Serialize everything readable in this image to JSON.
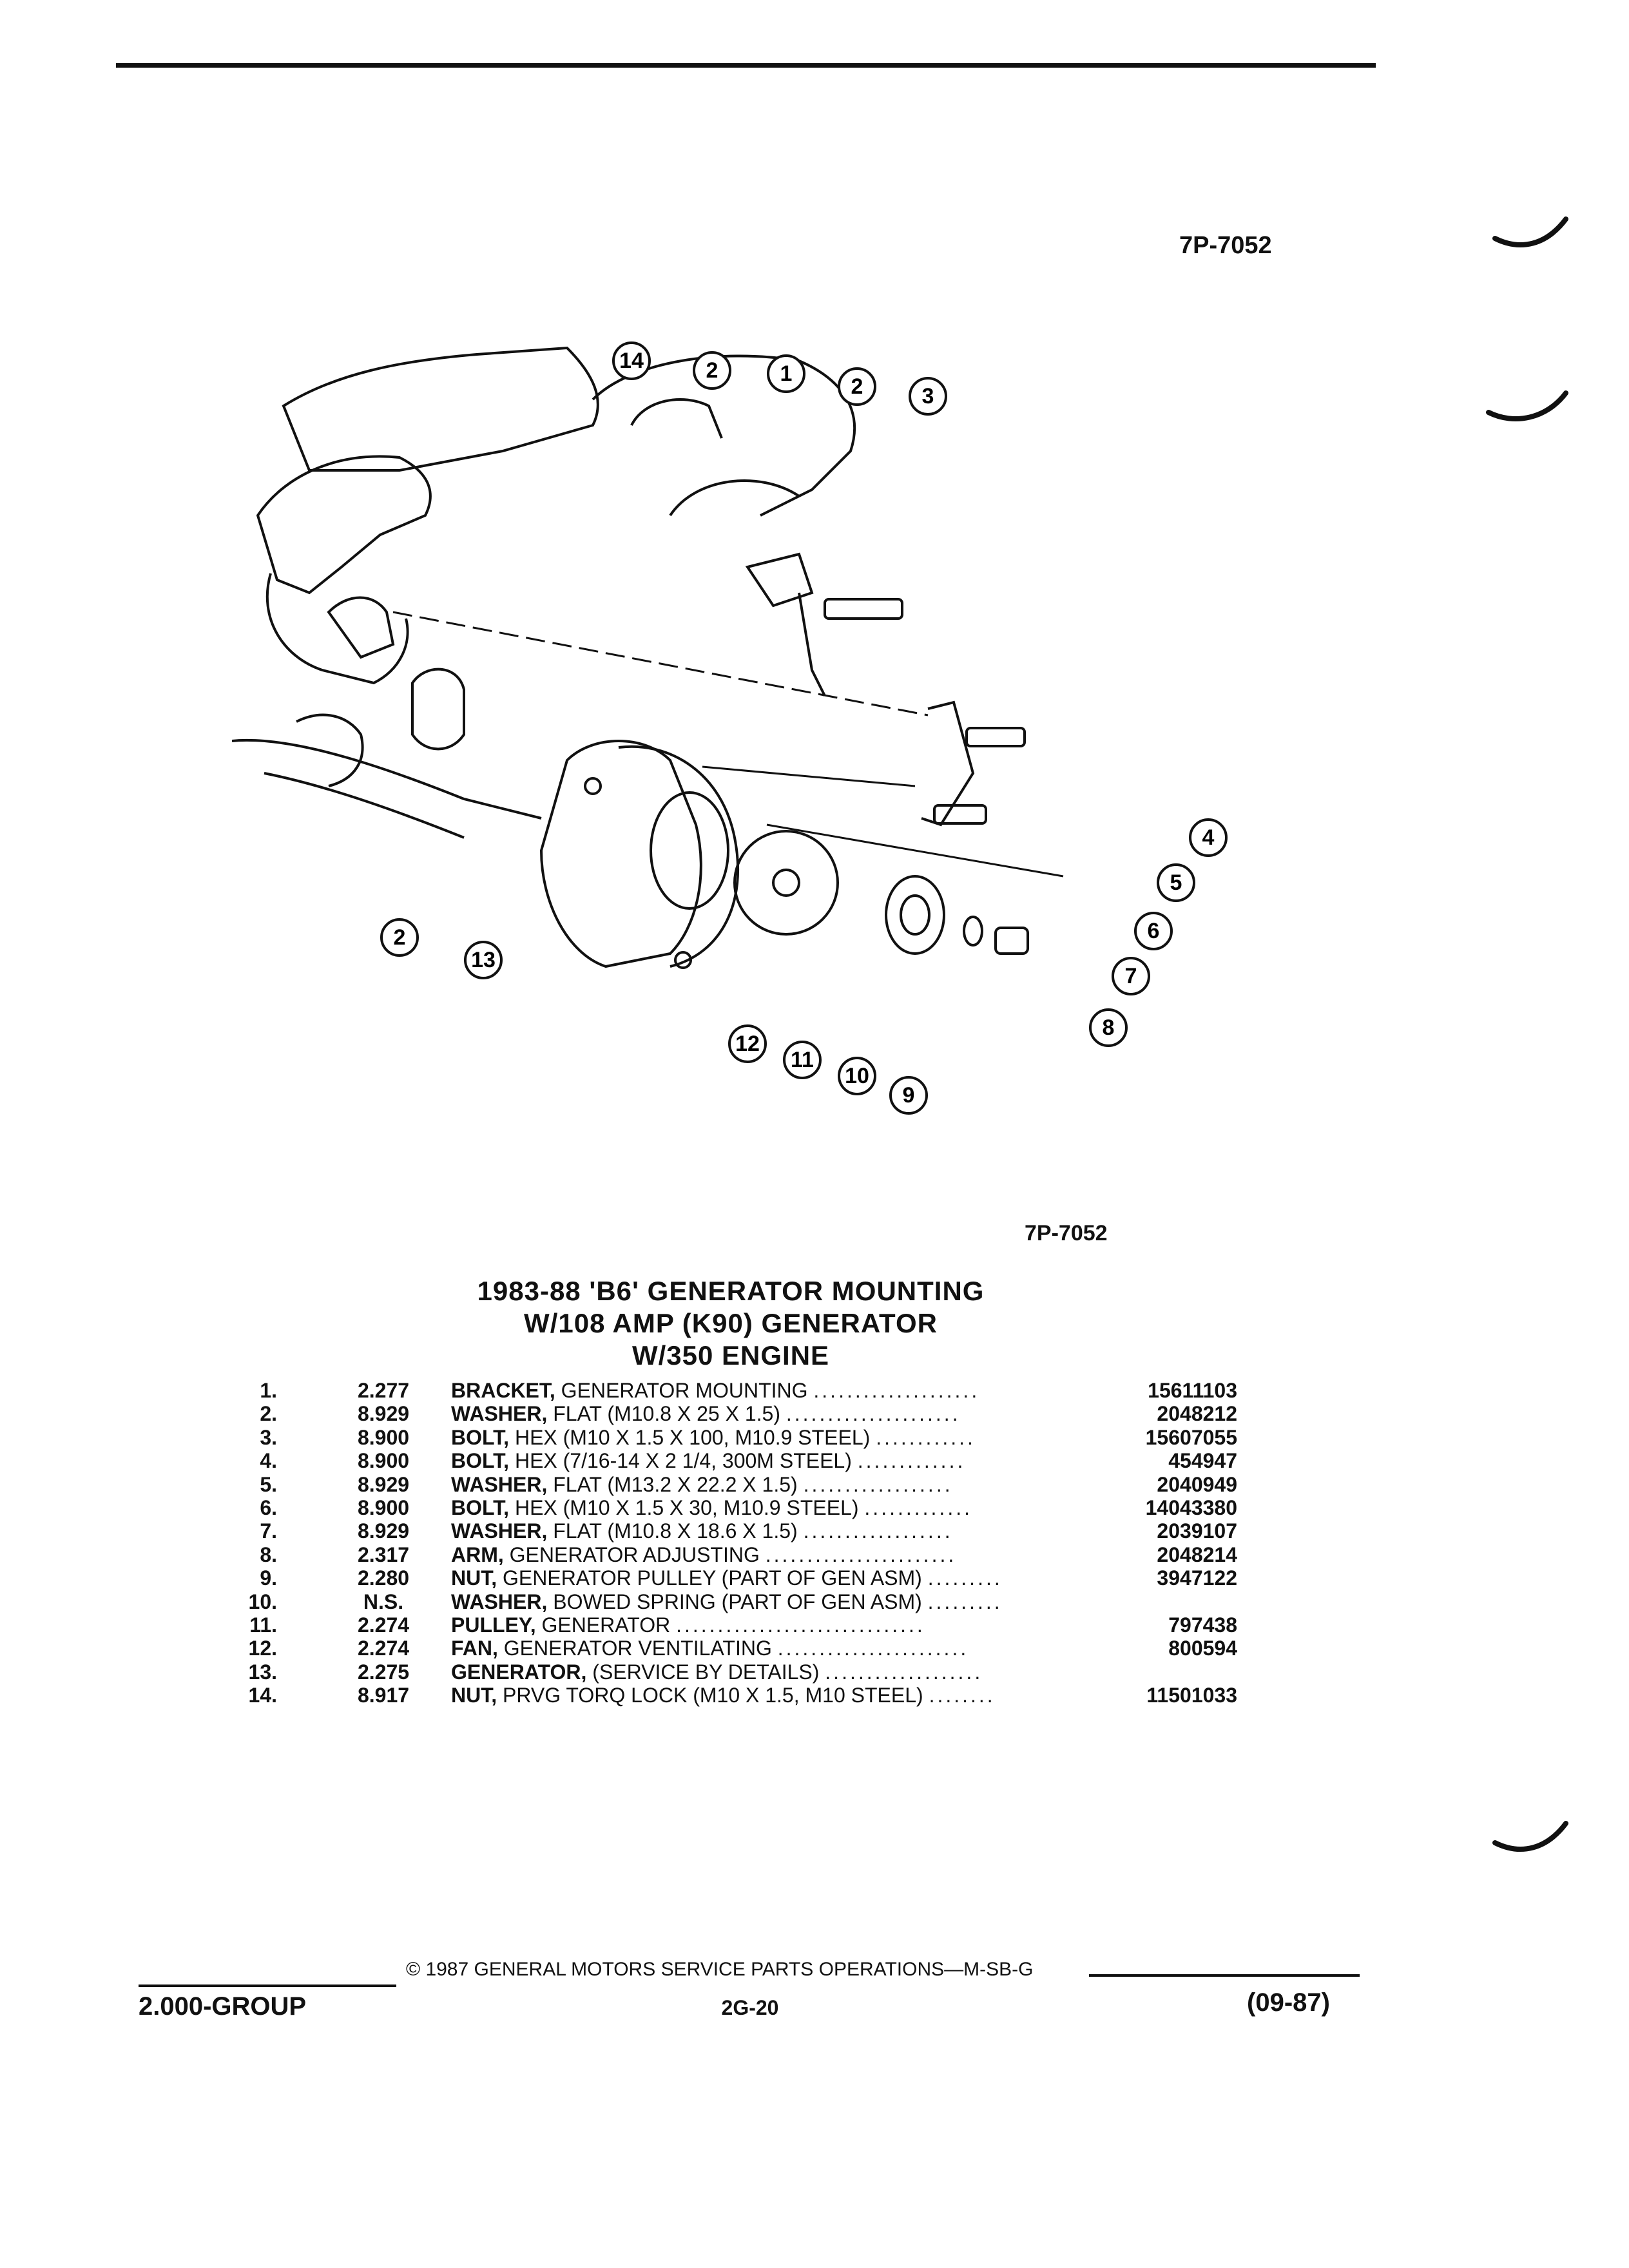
{
  "figure_id_top": "7P-7052",
  "figure_id_bottom": "7P-7052",
  "title": {
    "line1": "1983-88 'B6' GENERATOR MOUNTING",
    "line2": "W/108 AMP (K90) GENERATOR",
    "line3": "W/350 ENGINE"
  },
  "callouts": [
    "14",
    "2",
    "1",
    "2",
    "3",
    "4",
    "5",
    "6",
    "7",
    "8",
    "9",
    "10",
    "11",
    "12",
    "13",
    "2"
  ],
  "parts": [
    {
      "no": "1.",
      "group": "2.277",
      "name": "BRACKET,",
      "desc": "GENERATOR MOUNTING",
      "dots": "....................",
      "part": "15611103"
    },
    {
      "no": "2.",
      "group": "8.929",
      "name": "WASHER,",
      "desc": "FLAT (M10.8 X 25 X 1.5)",
      "dots": ".....................",
      "part": "2048212"
    },
    {
      "no": "3.",
      "group": "8.900",
      "name": "BOLT,",
      "desc": "HEX (M10 X 1.5 X 100, M10.9 STEEL)",
      "dots": "............",
      "part": "15607055"
    },
    {
      "no": "4.",
      "group": "8.900",
      "name": "BOLT,",
      "desc": "HEX (7/16-14 X 2 1/4, 300M STEEL)",
      "dots": ".............",
      "part": "454947"
    },
    {
      "no": "5.",
      "group": "8.929",
      "name": "WASHER,",
      "desc": "FLAT (M13.2 X 22.2 X 1.5)",
      "dots": "..................",
      "part": "2040949"
    },
    {
      "no": "6.",
      "group": "8.900",
      "name": "BOLT,",
      "desc": "HEX (M10 X 1.5 X 30, M10.9 STEEL)",
      "dots": ".............",
      "part": "14043380"
    },
    {
      "no": "7.",
      "group": "8.929",
      "name": "WASHER,",
      "desc": "FLAT (M10.8 X 18.6 X 1.5)",
      "dots": "..................",
      "part": "2039107"
    },
    {
      "no": "8.",
      "group": "2.317",
      "name": "ARM,",
      "desc": "GENERATOR ADJUSTING",
      "dots": ".......................",
      "part": "2048214"
    },
    {
      "no": "9.",
      "group": "2.280",
      "name": "NUT,",
      "desc": "GENERATOR PULLEY (PART OF GEN ASM)",
      "dots": ".........",
      "part": "3947122"
    },
    {
      "no": "10.",
      "group": "N.S.",
      "name": "WASHER,",
      "desc": "BOWED SPRING (PART OF GEN ASM)",
      "dots": ".........",
      "part": ""
    },
    {
      "no": "11.",
      "group": "2.274",
      "name": "PULLEY,",
      "desc": "GENERATOR",
      "dots": "..............................",
      "part": "797438"
    },
    {
      "no": "12.",
      "group": "2.274",
      "name": "FAN,",
      "desc": "GENERATOR VENTILATING",
      "dots": ".......................",
      "part": "800594"
    },
    {
      "no": "13.",
      "group": "2.275",
      "name": "GENERATOR,",
      "desc": "(SERVICE BY DETAILS)",
      "dots": "...................",
      "part": ""
    },
    {
      "no": "14.",
      "group": "8.917",
      "name": "NUT,",
      "desc": "PRVG TORQ LOCK (M10 X 1.5, M10 STEEL)",
      "dots": "........",
      "part": "11501033"
    }
  ],
  "footer": {
    "copyright": "© 1987 GENERAL MOTORS SERVICE PARTS OPERATIONS—M-SB-G",
    "group": "2.000-GROUP",
    "page": "2G-20",
    "date": "(09-87)"
  }
}
